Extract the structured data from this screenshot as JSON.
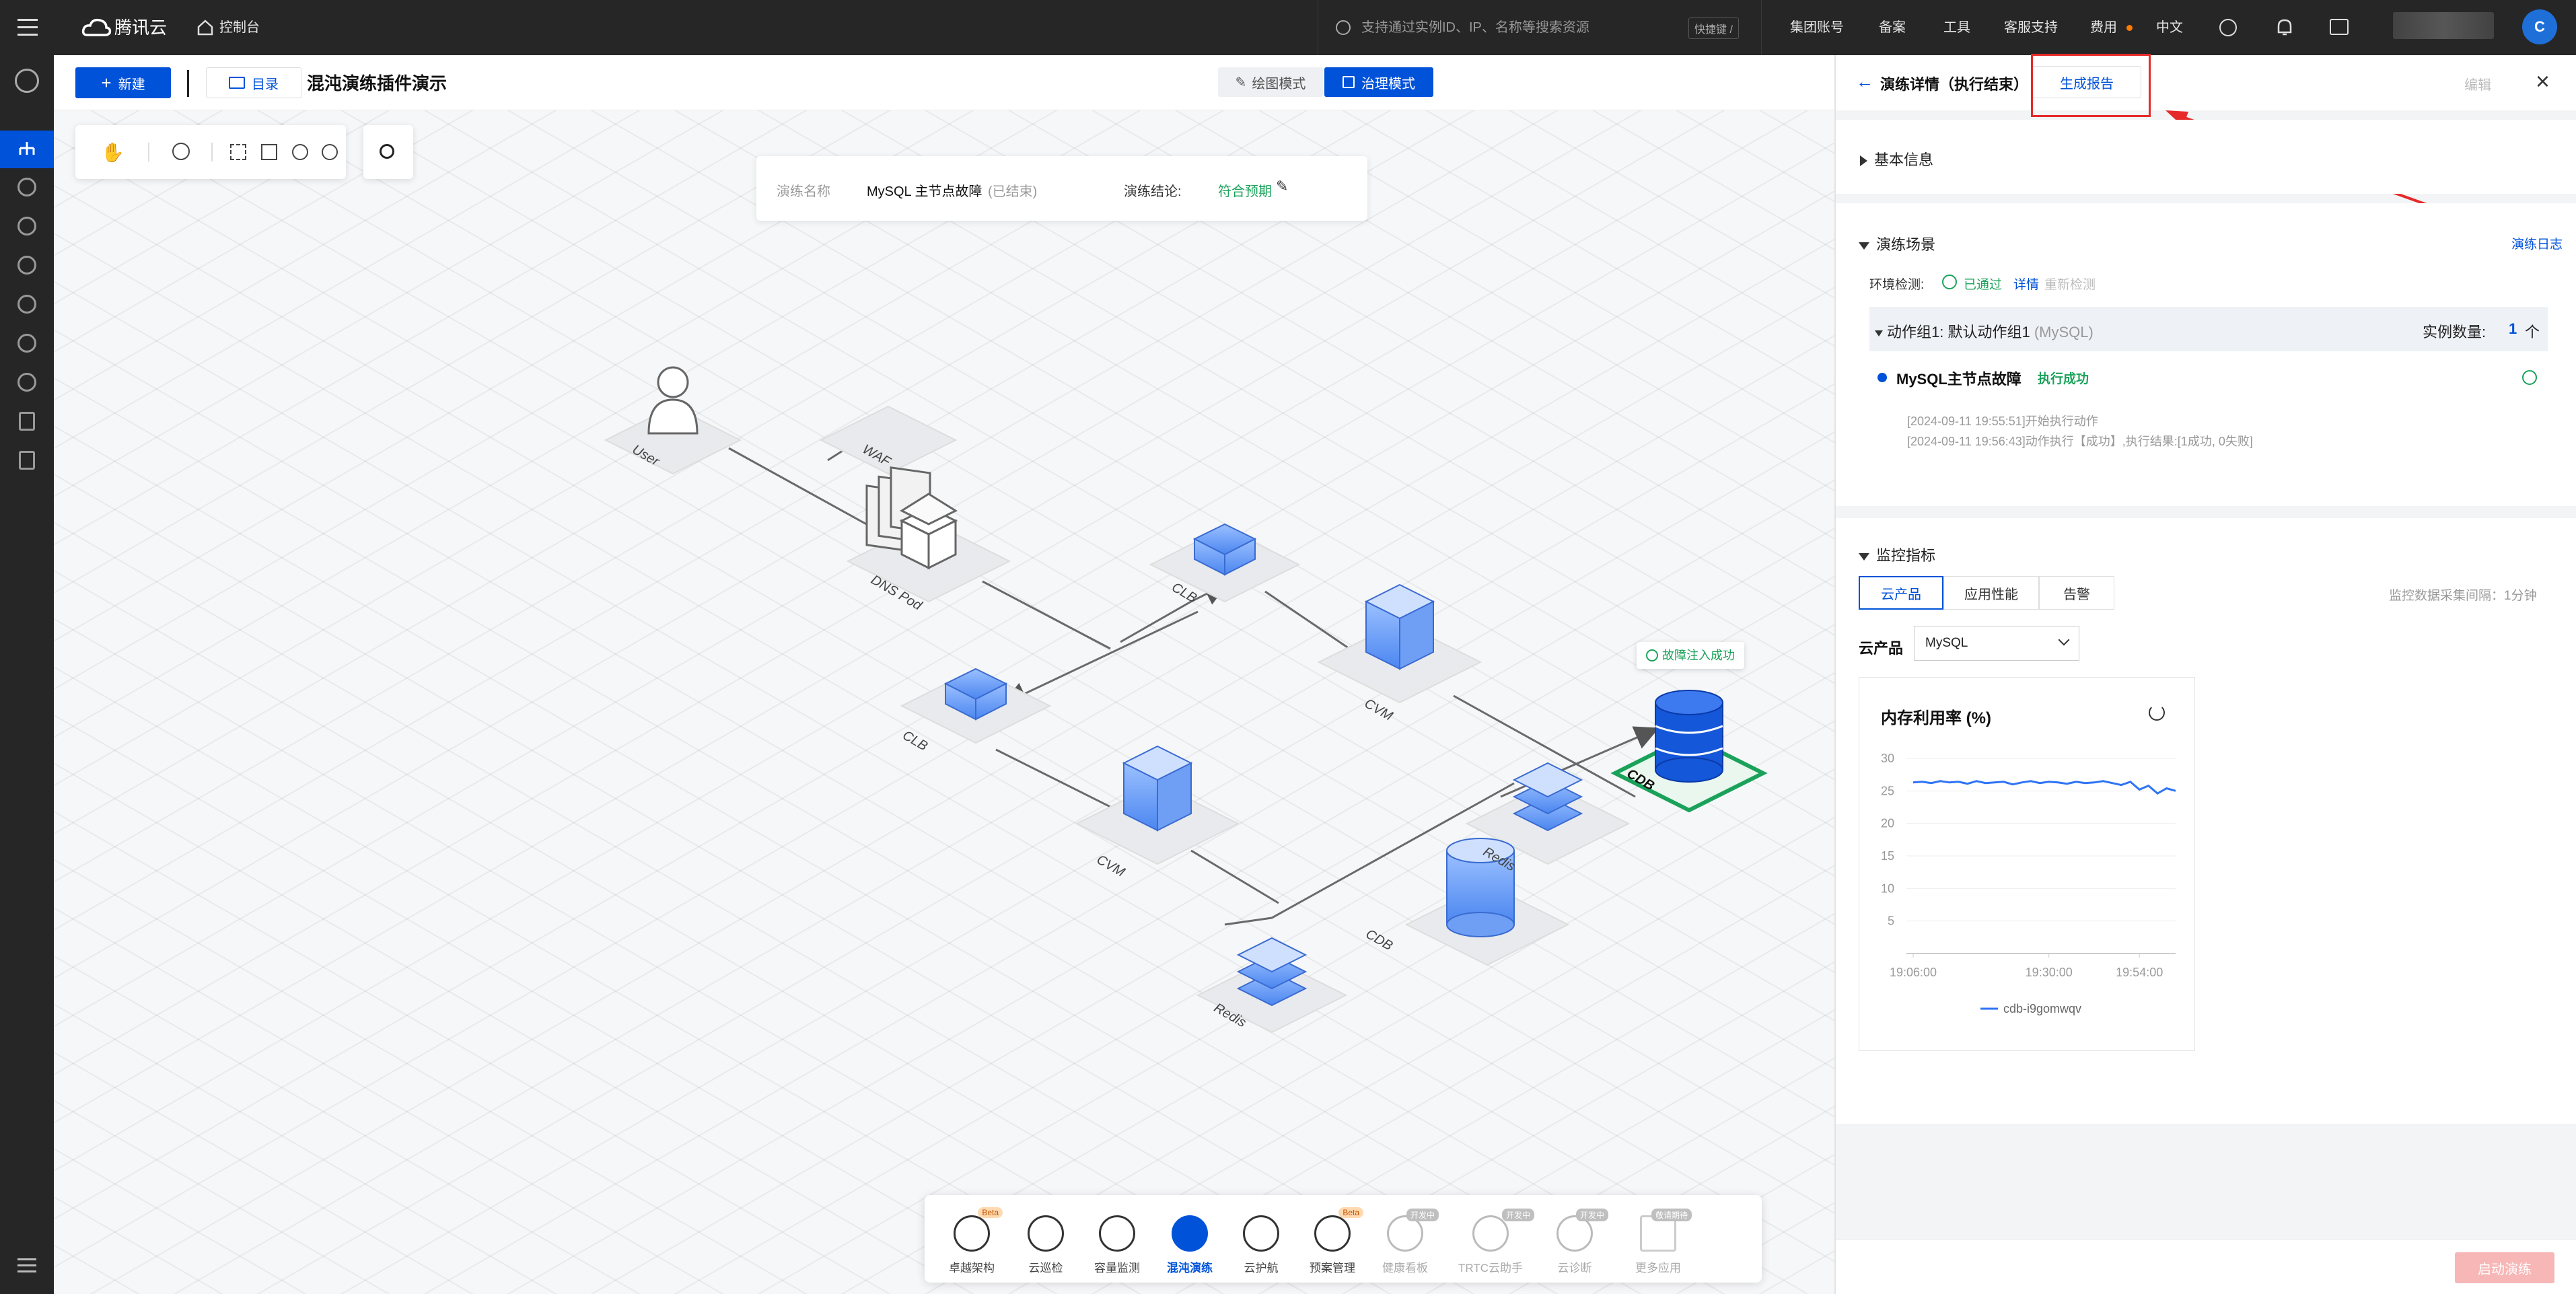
{
  "topbar": {
    "brand": "腾讯云",
    "console": "控制台",
    "search_placeholder": "支持通过实例ID、IP、名称等搜索资源",
    "shortcut": "快捷键 /",
    "links": [
      "集团账号",
      "备案",
      "工具",
      "客服支持",
      "费用",
      "中文"
    ],
    "avatar": "C"
  },
  "toolbar": {
    "new_label": "新建",
    "dir_label": "目录",
    "title": "混沌演练插件演示",
    "mode_draw": "绘图模式",
    "mode_govern": "治理模式"
  },
  "drill_info": {
    "name_label": "演练名称",
    "name_value": "MySQL 主节点故障",
    "status": "(已结束)",
    "conclusion_label": "演练结论:",
    "conclusion_value": "符合预期"
  },
  "nodes": {
    "user": "User",
    "waf": "WAF",
    "dns": "DNS Pod",
    "clb1": "CLB",
    "clb2": "CLB",
    "cvm1": "CVM",
    "cvm2": "CVM",
    "cdb1": "CDB",
    "cdb2": "CDB",
    "redis1": "Redis",
    "redis2": "Redis",
    "fault_badge": "故障注入成功"
  },
  "dock": {
    "items": [
      {
        "label": "卓越架构",
        "badge": "Beta"
      },
      {
        "label": "云巡检",
        "badge": ""
      },
      {
        "label": "容量监测",
        "badge": ""
      },
      {
        "label": "混沌演练",
        "badge": ""
      },
      {
        "label": "云护航",
        "badge": ""
      },
      {
        "label": "预案管理",
        "badge": "Beta"
      },
      {
        "label": "健康看板",
        "badge": "开发中"
      },
      {
        "label": "TRTC云助手",
        "badge": "开发中"
      },
      {
        "label": "云诊断",
        "badge": "开发中"
      },
      {
        "label": "更多应用",
        "badge": "敬请期待"
      }
    ]
  },
  "panel": {
    "title": "演练详情（执行结束）",
    "report_button": "生成报告",
    "edit": "编辑",
    "close": "×",
    "basic_info": "基本信息",
    "scene": {
      "title": "演练场景",
      "log_link": "演练日志",
      "env_label": "环境检测:",
      "env_status": "已通过",
      "env_detail": "详情",
      "env_recheck": "重新检测",
      "group_label": "动作组1: 默认动作组1",
      "group_type": "(MySQL)",
      "instance_label": "实例数量:",
      "instance_count": "1",
      "instance_unit": "个",
      "action_name": "MySQL主节点故障",
      "action_status": "执行成功",
      "log1": "[2024-09-11 19:55:51]开始执行动作",
      "log2": "[2024-09-11 19:56:43]动作执行【成功】,执行结果:[1成功, 0失败]"
    },
    "monitor": {
      "title": "监控指标",
      "tabs": [
        "云产品",
        "应用性能",
        "告警"
      ],
      "interval": "监控数据采集间隔：1分钟",
      "product_label": "云产品",
      "product_value": "MySQL"
    },
    "start_button": "启动演练"
  },
  "chart_data": {
    "type": "line",
    "title": "内存利用率 (%)",
    "x_ticks": [
      "19:06:00",
      "19:30:00",
      "19:54:00"
    ],
    "y_ticks": [
      5,
      10,
      15,
      20,
      25,
      30
    ],
    "ylim": [
      0,
      30
    ],
    "series": [
      {
        "name": "cdb-i9gomwqv",
        "color": "#2f74f5",
        "values": [
          26.3,
          26.4,
          26.2,
          26.5,
          26.3,
          26.4,
          26.1,
          26.5,
          26.2,
          26.3,
          26.4,
          26.0,
          26.3,
          26.5,
          26.2,
          26.4,
          26.3,
          26.1,
          26.4,
          26.2,
          26.3,
          26.5,
          26.2,
          25.9,
          26.4,
          25.2,
          25.8,
          24.6,
          25.4,
          25.0
        ]
      }
    ]
  }
}
